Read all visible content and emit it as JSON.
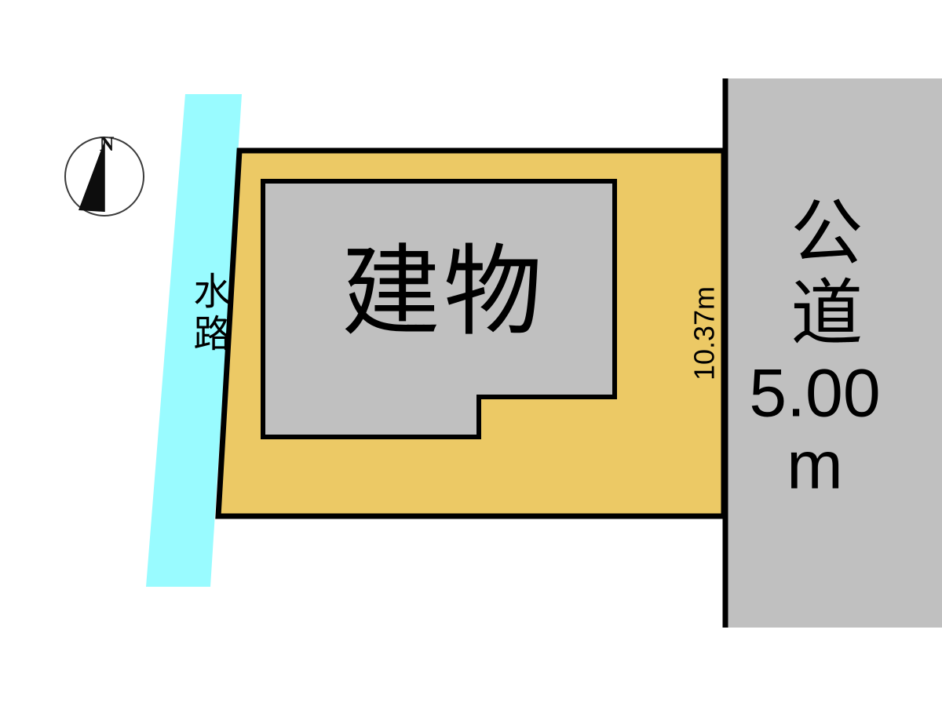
{
  "diagram": {
    "title": "",
    "type": "site-plan",
    "colors": {
      "parcel_fill": "#ecc965",
      "building_fill": "#c0c0c0",
      "road_fill": "#c0c0c0",
      "waterway_fill": "#99fbff",
      "outline": "#000000",
      "background": "#ffffff"
    }
  },
  "compass": {
    "north_label": "N"
  },
  "waterway": {
    "label": "水路"
  },
  "parcel": {
    "building_label": "建物",
    "frontage_label": "10.37m"
  },
  "road": {
    "name_label": "公道",
    "width_value": "5.00",
    "width_unit": "m"
  }
}
